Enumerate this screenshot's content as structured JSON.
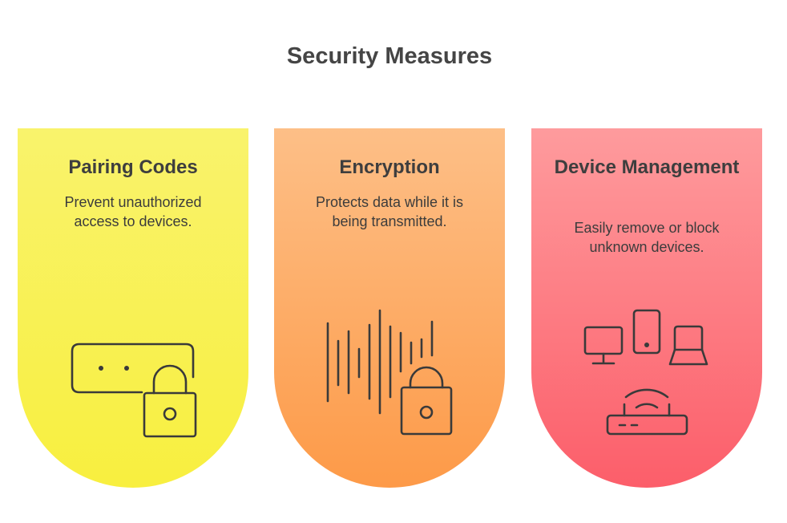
{
  "title": "Security Measures",
  "cards": [
    {
      "heading": "Pairing Codes",
      "text": "Prevent unauthorized access to devices.",
      "icon": "pairing-code-lock-icon",
      "color": "#f8ef3f"
    },
    {
      "heading": "Encryption",
      "text": "Protects data while it is being transmitted.",
      "icon": "soundwave-lock-icon",
      "color": "#fd9a48"
    },
    {
      "heading": "Device Management",
      "text": "Easily remove or block unknown devices.",
      "icon": "devices-router-icon",
      "color": "#fc5e6a"
    }
  ]
}
